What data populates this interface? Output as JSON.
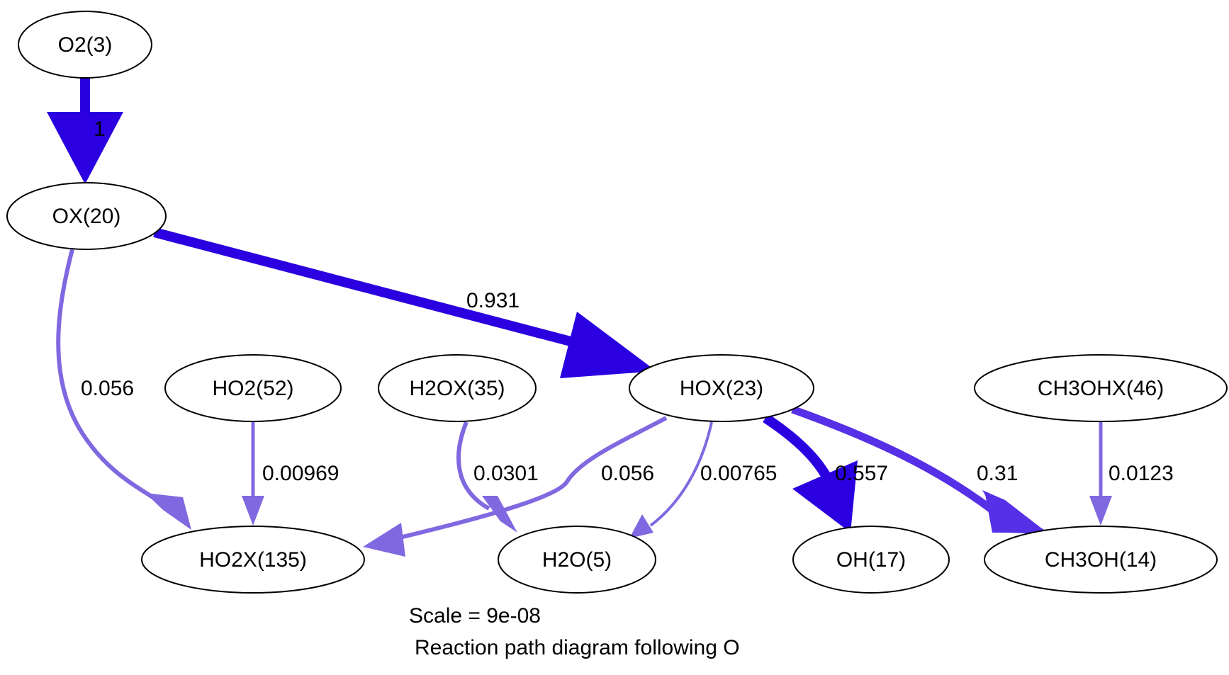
{
  "diagram": {
    "nodes": {
      "o2": "O2(3)",
      "ox": "OX(20)",
      "ho2": "HO2(52)",
      "h2ox": "H2OX(35)",
      "hox": "HOX(23)",
      "ch3ohx": "CH3OHX(46)",
      "ho2x": "HO2X(135)",
      "h2o": "H2O(5)",
      "oh": "OH(17)",
      "ch3oh": "CH3OH(14)"
    },
    "edges": {
      "o2_ox": "1",
      "ox_hox": "0.931",
      "ox_ho2x": "0.056",
      "ho2_ho2x": "0.00969",
      "h2ox_h2o": "0.0301",
      "hox_ho2x": "0.056",
      "hox_h2o": "0.00765",
      "hox_oh": "0.557",
      "hox_ch3oh": "0.31",
      "ch3ohx_ch3oh": "0.0123"
    },
    "scale": "Scale = 9e-08",
    "caption": "Reaction path diagram following O",
    "colors": {
      "strong": "#2a00e0",
      "medium": "#5530e6",
      "weak": "#8068e0"
    }
  }
}
